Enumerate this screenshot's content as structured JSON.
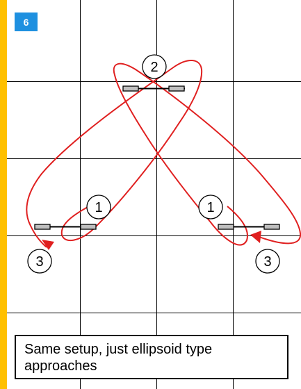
{
  "slide": {
    "number": "6",
    "caption": "Same setup, just ellipsoid type approaches"
  },
  "diagram": {
    "background_color": "#FFC000",
    "panel_color": "#FFFFFF",
    "path_color": "#E02020",
    "grid_color": "#000000",
    "labels": {
      "top": "2",
      "left_one": "1",
      "left_three": "3",
      "right_one": "1",
      "right_three": "3"
    }
  }
}
